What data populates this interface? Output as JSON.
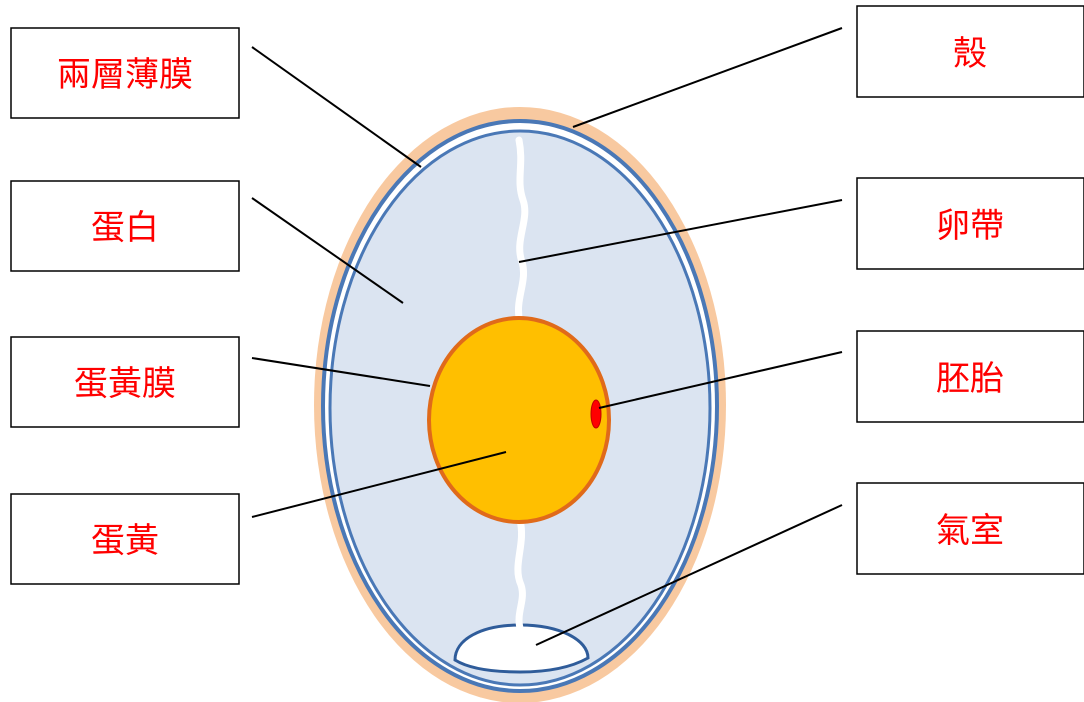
{
  "labels": {
    "membranes": "兩層薄膜",
    "albumen": "蛋白",
    "vitelline_membrane": "蛋黃膜",
    "yolk": "蛋黃",
    "shell": "殼",
    "chalaza": "卵帶",
    "embryo": "胚胎",
    "air_cell": "氣室"
  },
  "colors": {
    "label_text": "#ff0000",
    "shell": "#f8c9a0",
    "membrane": "#4a78b6",
    "albumen": "#dbe4f1",
    "yolk": "#ffbf00",
    "yolk_border": "#e06a1a",
    "embryo": "#ff0000",
    "chalaza": "#ffffff",
    "air_cell": "#ffffff"
  }
}
